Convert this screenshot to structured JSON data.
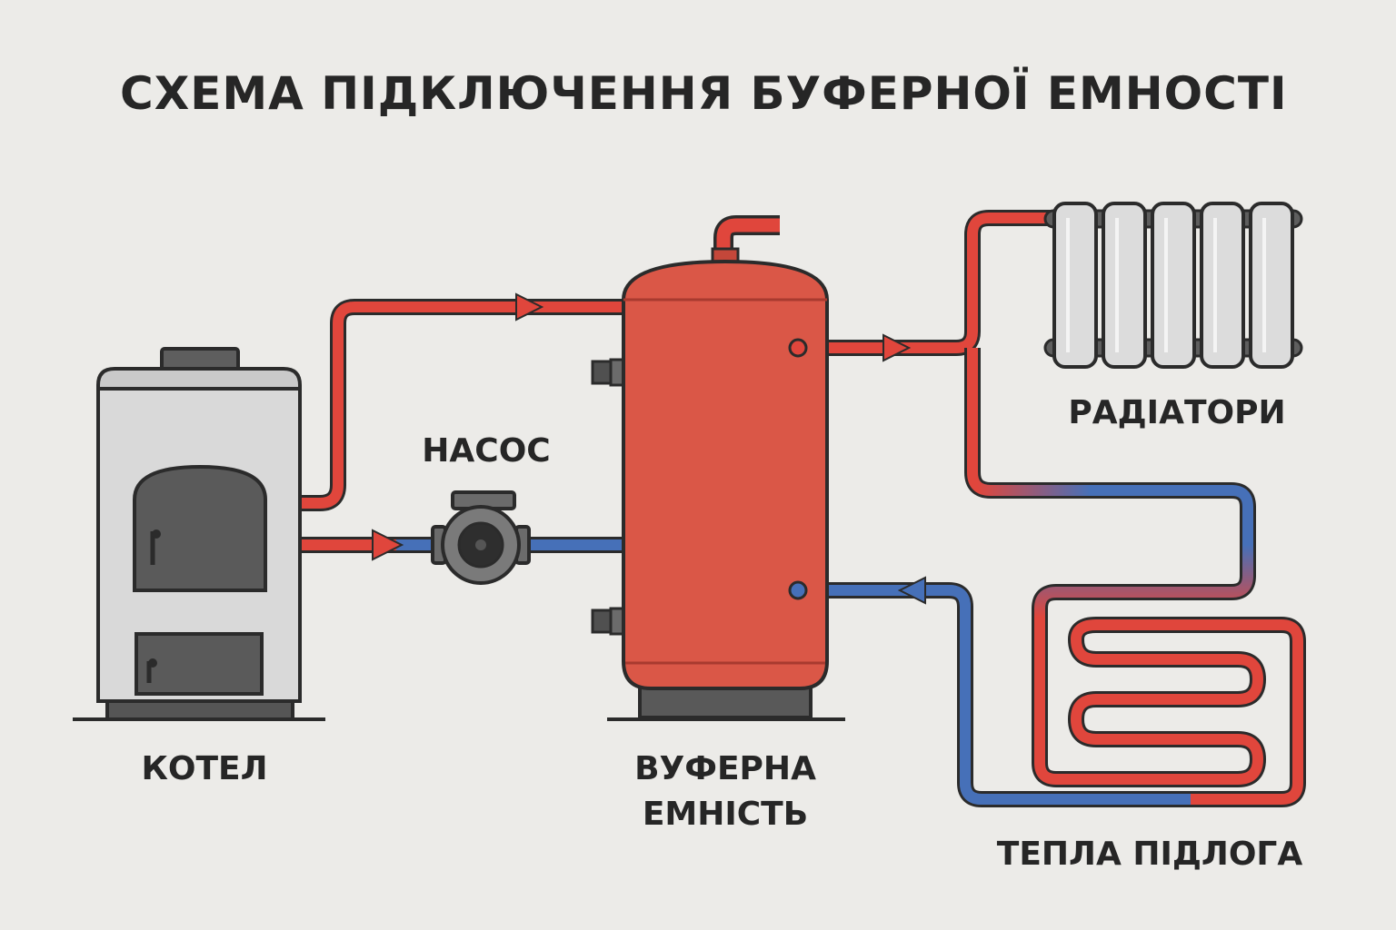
{
  "title": "СХЕМА ПІДКЛЮЧЕННЯ БУФЕРНОЇ ЕМНОСТІ",
  "labels": {
    "boiler": "КОТЕЛ",
    "pump": "НАСОС",
    "buffer_line1": "ВУФЕРНА",
    "buffer_line2": "ЕМНІСТЬ",
    "radiators": "РАДІАТОРИ",
    "floor_heating": "ТЕПЛА ПІДЛОГА"
  },
  "colors": {
    "background": "#ecebe8",
    "hot_pipe": "#e0463c",
    "cold_pipe": "#4670b8",
    "tank": "#da5747",
    "outline": "#2b2b2b",
    "boiler_body": "#d7d7d7",
    "dark_metal": "#606060"
  }
}
